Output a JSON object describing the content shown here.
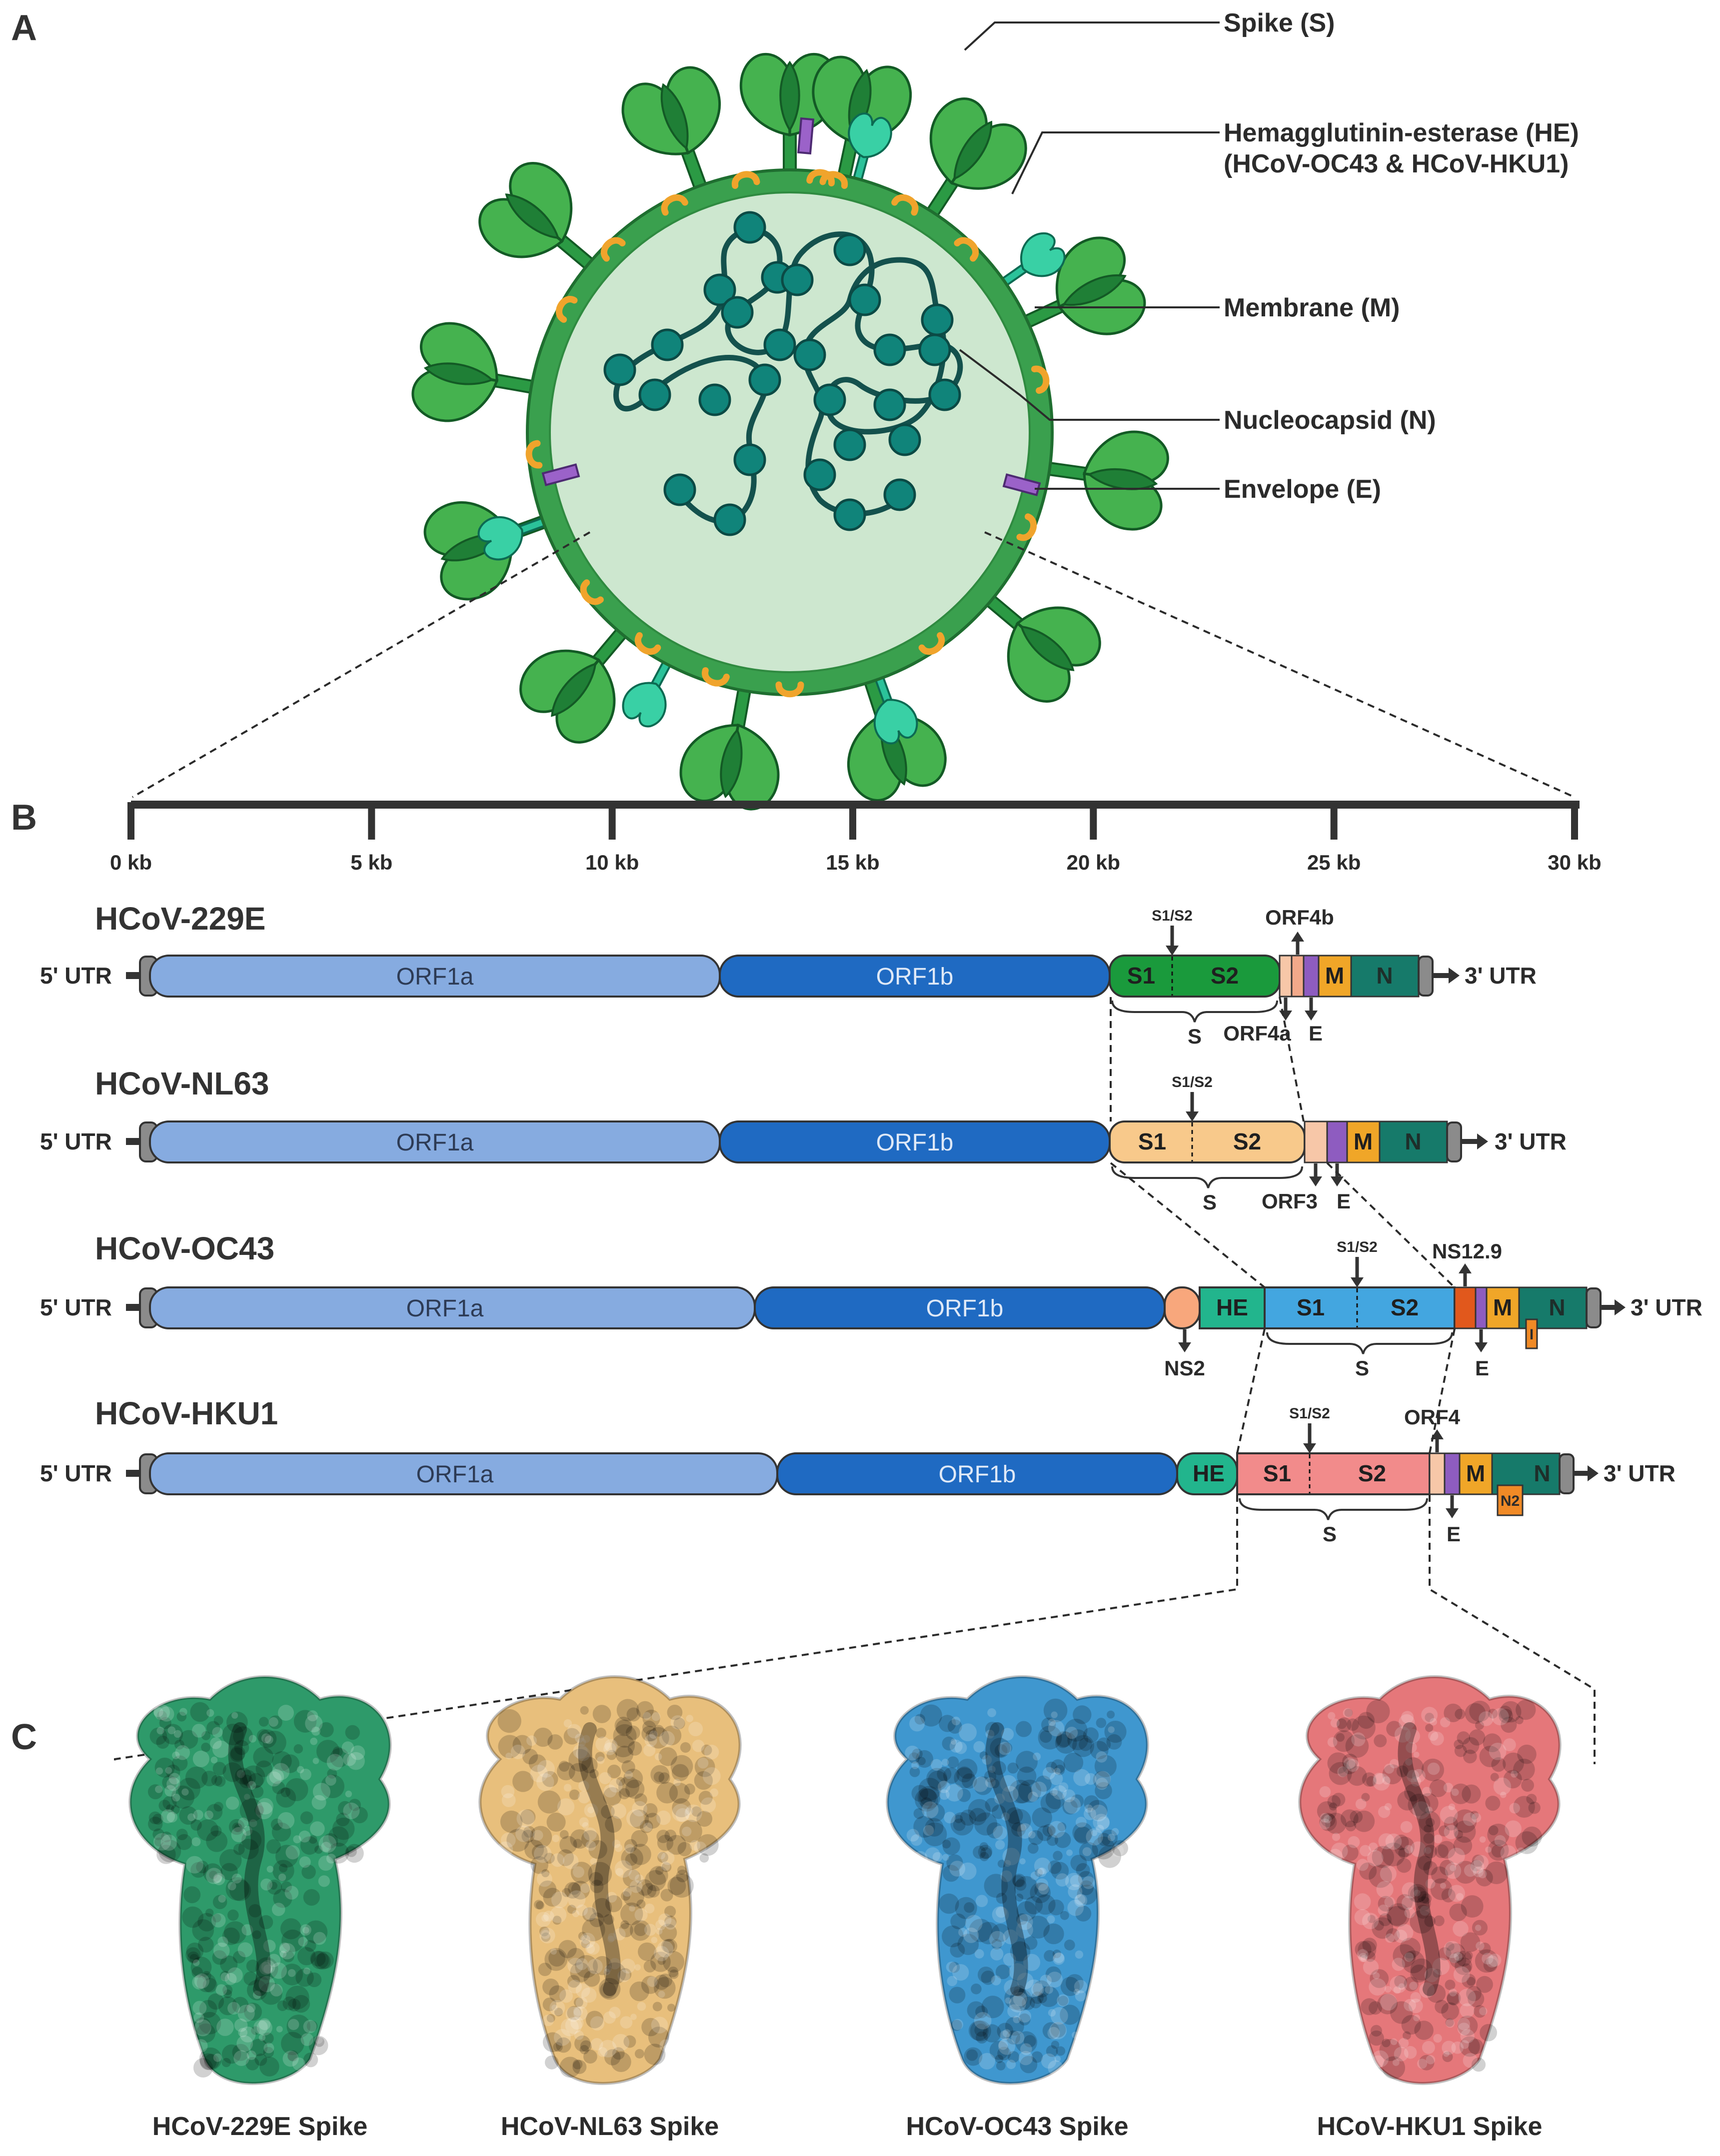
{
  "panels": {
    "a": "A",
    "b": "B",
    "c": "C"
  },
  "virion_labels": {
    "spike": "Spike (S)",
    "he_line1": "Hemagglutinin-esterase (HE)",
    "he_line2": "(HCoV-OC43 & HCoV-HKU1)",
    "membrane": "Membrane (M)",
    "nucleocapsid": "Nucleocapsid (N)",
    "envelope": "Envelope (E)"
  },
  "scale": {
    "ticks": [
      "0 kb",
      "5 kb",
      "10 kb",
      "15 kb",
      "20 kb",
      "25 kb",
      "30 kb"
    ]
  },
  "utr5": "5' UTR",
  "utr3": "3' UTR",
  "genomes": [
    {
      "name": "HCoV-229E",
      "orf1a": "ORF1a",
      "orf1b": "ORF1b",
      "s1": "S1",
      "s2": "S2",
      "s": "S",
      "cleavage": "S1/S2",
      "m": "M",
      "n": "N",
      "e": "E",
      "extra_up": "ORF4b",
      "extra_down": "ORF4a"
    },
    {
      "name": "HCoV-NL63",
      "orf1a": "ORF1a",
      "orf1b": "ORF1b",
      "s1": "S1",
      "s2": "S2",
      "s": "S",
      "cleavage": "S1/S2",
      "m": "M",
      "n": "N",
      "e": "E",
      "extra_down": "ORF3"
    },
    {
      "name": "HCoV-OC43",
      "orf1a": "ORF1a",
      "orf1b": "ORF1b",
      "he": "HE",
      "s1": "S1",
      "s2": "S2",
      "s": "S",
      "cleavage": "S1/S2",
      "m": "M",
      "n": "N",
      "e": "E",
      "ns2": "NS2",
      "ns129": "NS12.9",
      "i": "I"
    },
    {
      "name": "HCoV-HKU1",
      "orf1a": "ORF1a",
      "orf1b": "ORF1b",
      "he": "HE",
      "s1": "S1",
      "s2": "S2",
      "s": "S",
      "cleavage": "S1/S2",
      "m": "M",
      "n": "N",
      "e": "E",
      "orf4": "ORF4",
      "n2": "N2"
    }
  ],
  "spikes": [
    {
      "caption": "HCoV-229E Spike",
      "color": "#2e9a6a"
    },
    {
      "caption": "HCoV-NL63 Spike",
      "color": "#e8bf7c"
    },
    {
      "caption": "HCoV-OC43 Spike",
      "color": "#3f97cf"
    },
    {
      "caption": "HCoV-HKU1 Spike",
      "color": "#e5777a"
    }
  ],
  "colors": {
    "orf1a": "#86abe0",
    "orf1b": "#1f6ac2",
    "s229e": "#1a9a3c",
    "snl63": "#f8c98b",
    "soc43": "#43a6e0",
    "shku1": "#f28b8b",
    "he": "#22b58d",
    "m": "#f0a628",
    "n": "#167a6a",
    "e": "#8e5cc0",
    "virion_fill": "#cde7cf",
    "virion_ring": "#2f9b46",
    "spike": "#3eaa48",
    "spike_dark": "#1c7a31",
    "membrane_protein": "#f0a42c",
    "rna": "#14514d",
    "rna_bead": "#10847a"
  }
}
